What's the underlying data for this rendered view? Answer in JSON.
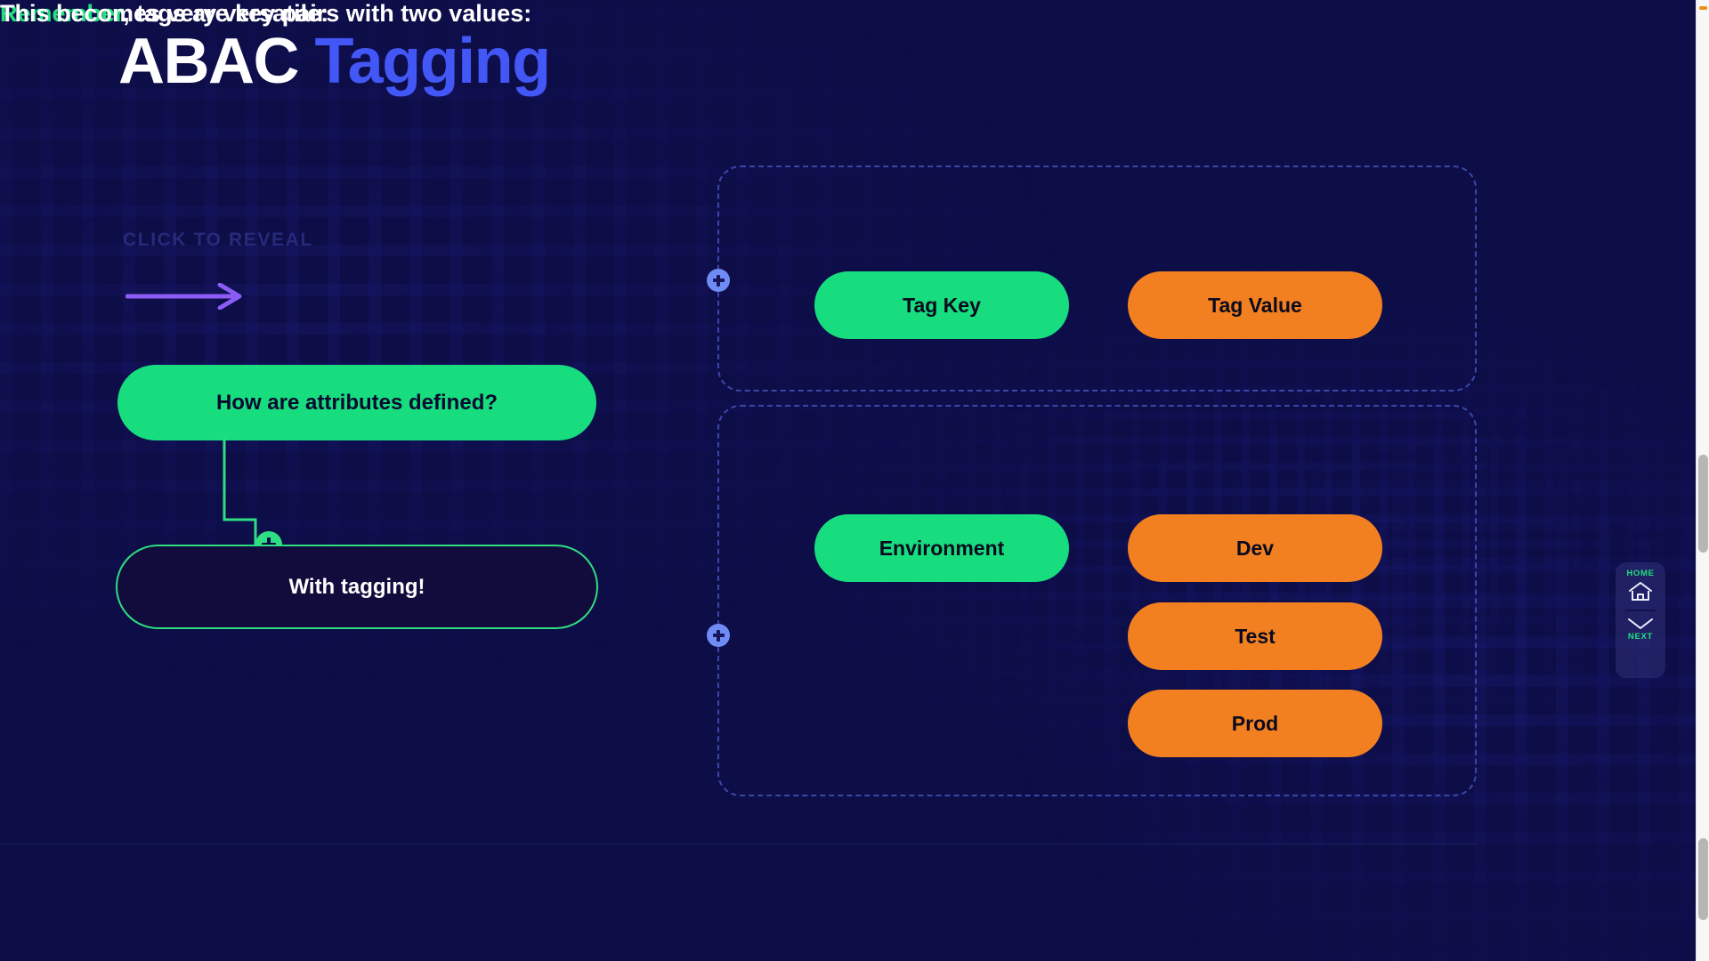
{
  "page": {
    "title_primary": "ABAC",
    "title_secondary": "Tagging",
    "background_color": "#0d0d47",
    "accent_green": "#17dd7f",
    "accent_orange": "#f38020",
    "accent_blue": "#4257f5"
  },
  "left_flow": {
    "hint_label": "CLICK TO REVEAL",
    "question_node": "How are attributes defined?",
    "answer_node": "With tagging!",
    "expand_icon": "plus-icon"
  },
  "cards": [
    {
      "heading_highlight": "Remember",
      "heading_rest": ", tags are key pairs with two values:",
      "expand_icon": "plus-icon",
      "pills": [
        {
          "label": "Tag Key",
          "color": "#17dd7f"
        },
        {
          "label": "Tag Value",
          "color": "#f38020"
        }
      ]
    },
    {
      "heading_highlight": "",
      "heading_rest": "This becomes very versatile:",
      "expand_icon": "plus-icon",
      "pills": [
        {
          "label": "Environment",
          "color": "#17dd7f"
        },
        {
          "label": "Dev",
          "color": "#f38020"
        },
        {
          "label": "Test",
          "color": "#f38020"
        },
        {
          "label": "Prod",
          "color": "#f38020"
        }
      ]
    }
  ],
  "nav": {
    "home_label": "HOME",
    "home_icon": "home-icon",
    "next_label": "NEXT",
    "next_icon": "chevron-down-icon"
  }
}
